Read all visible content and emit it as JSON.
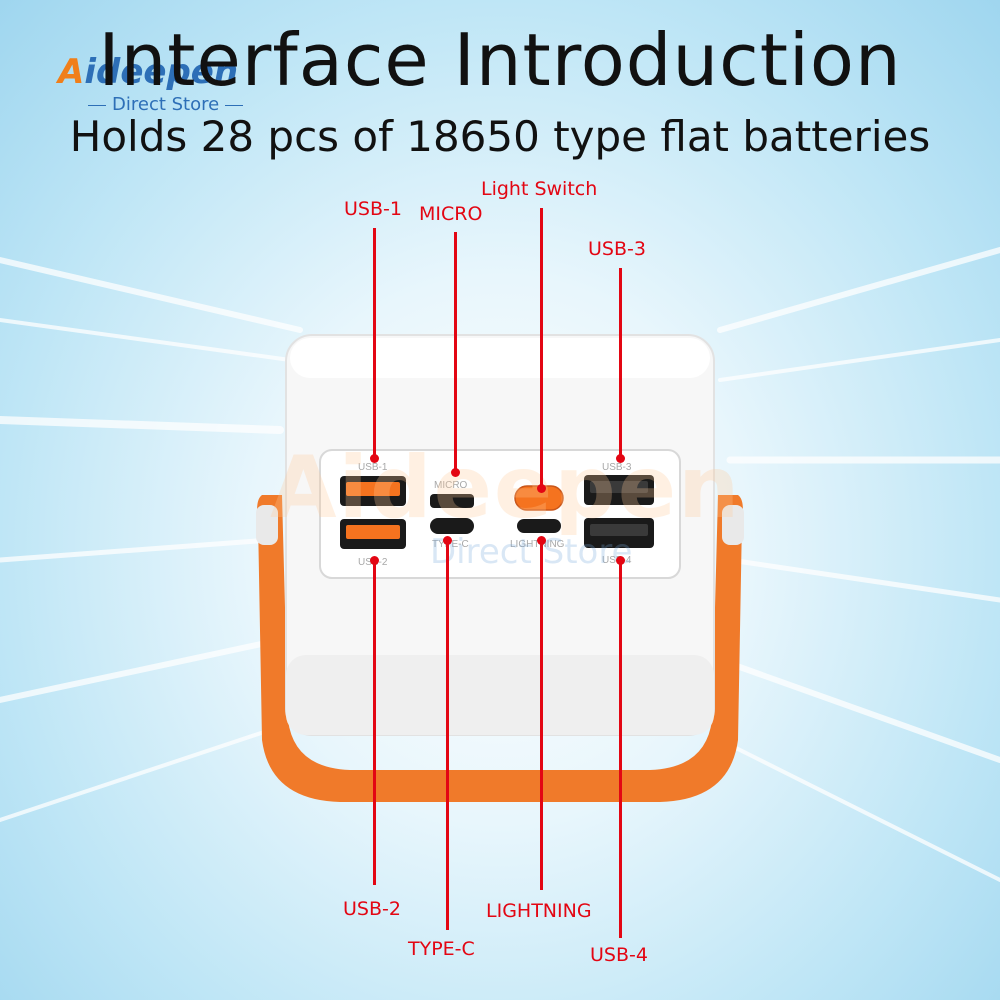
{
  "header": {
    "title": "Interface Introduction",
    "subtitle": "Holds 28 pcs of 18650 type flat batteries"
  },
  "brand": {
    "logo_text": "Aideepen",
    "logo_sub": "Direct Store",
    "watermark_text": "Aideepen",
    "watermark_sub": "Direct Store"
  },
  "panel_labels": {
    "usb1": "USB-1",
    "micro": "MICRO",
    "usb3": "USB-3",
    "usb2": "USB-2",
    "typec": "TYPE-C",
    "lightning": "LIGHTNING",
    "usb4": "USB-4"
  },
  "callouts": {
    "usb1": "USB-1",
    "micro": "MICRO",
    "light_switch": "Light Switch",
    "usb3": "USB-3",
    "usb2": "USB-2",
    "typec": "TYPE-C",
    "lightning": "LIGHTNING",
    "usb4": "USB-4"
  },
  "colors": {
    "callout": "#e30613",
    "handle": "#f07a2a",
    "port_orange": "#f5731f",
    "body": "#f7f7f7"
  }
}
